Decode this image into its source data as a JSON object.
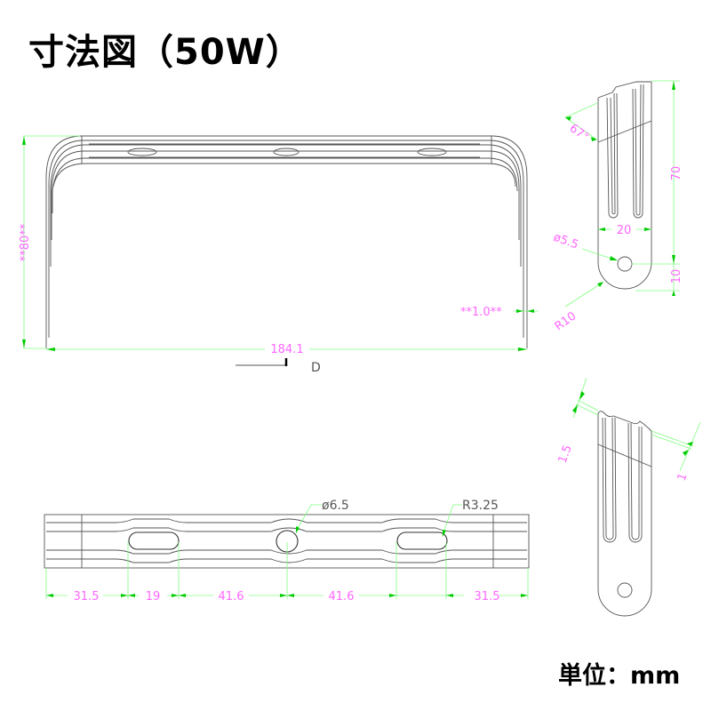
{
  "title": "寸法図（50W）",
  "unit_label": "単位：mm",
  "colors": {
    "dimension_text": "#ff66ff",
    "dimension_line": "#80ff80",
    "arrowhead": "#00cc00",
    "outline": "#555555",
    "leader_text": "#555555"
  },
  "front_view": {
    "height_dim": "**80**",
    "width_dim": "184.1",
    "thickness_dim": "**1.0**",
    "section_marker": "D"
  },
  "side_view_top": {
    "angle_dim": "67°",
    "length_dim": "70",
    "width_dim": "20",
    "hole_dim": "ø5.5",
    "end_dim": "10",
    "radius_dim": "R10"
  },
  "side_view_bottom": {
    "left_thickness_dim": "1.5",
    "right_thickness_dim": "1"
  },
  "plan_view": {
    "hole_callout": "ø6.5",
    "slot_radius_callout": "R3.25",
    "dims": [
      "31.5",
      "19",
      "41.6",
      "41.6",
      "31.5"
    ]
  }
}
